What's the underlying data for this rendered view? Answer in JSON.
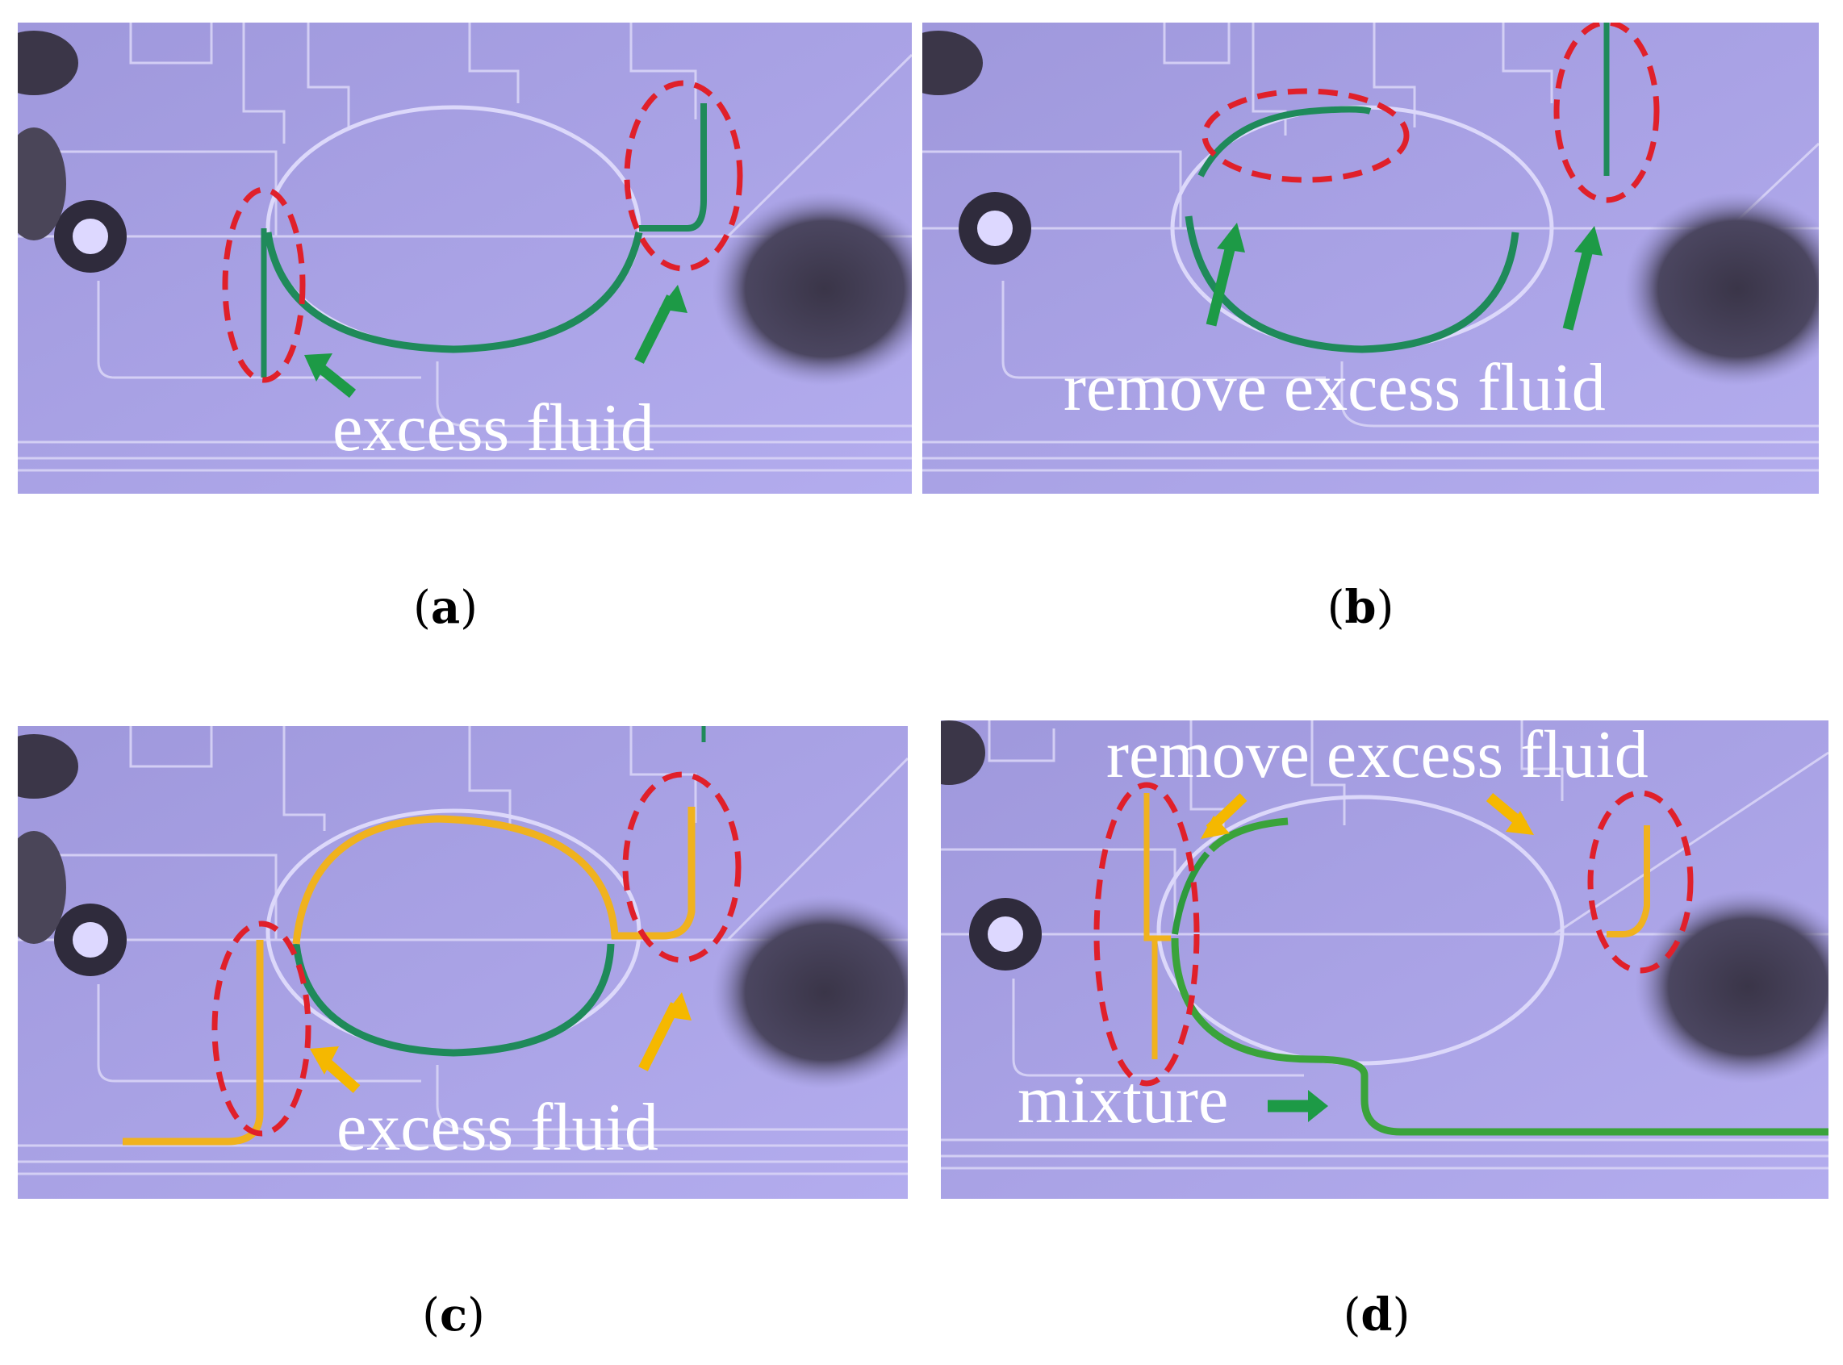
{
  "figure": {
    "panels": [
      {
        "id": "a",
        "caption_open": "(",
        "caption_letter": "a",
        "caption_close": ")",
        "labels": [
          "excess fluid"
        ]
      },
      {
        "id": "b",
        "caption_open": "(",
        "caption_letter": "b",
        "caption_close": ")",
        "labels": [
          "remove excess fluid"
        ]
      },
      {
        "id": "c",
        "caption_open": "(",
        "caption_letter": "c",
        "caption_close": ")",
        "labels": [
          "excess fluid"
        ]
      },
      {
        "id": "d",
        "caption_open": "(",
        "caption_letter": "d",
        "caption_close": ")",
        "labels": [
          "remove excess fluid",
          "mixture"
        ]
      }
    ]
  },
  "colors": {
    "chip_background": "#a9a2e6",
    "green_fluid": "#1f8a5a",
    "yellow_fluid": "#f0b21e",
    "highlight_ellipse": "#e0202a",
    "green_arrow": "#1d9a46",
    "yellow_arrow": "#f5b800",
    "label_text": "#ffffff"
  }
}
